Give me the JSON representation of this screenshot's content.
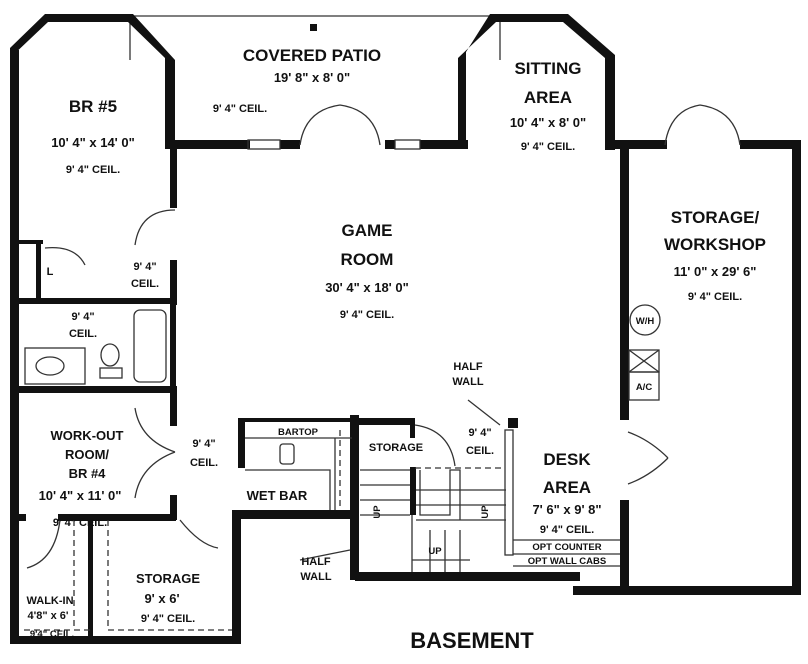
{
  "plan_title": "BASEMENT",
  "rooms": {
    "covered_patio": {
      "name": "COVERED PATIO",
      "size": "19' 8\" x 8' 0\"",
      "ceil": "9' 4\" CEIL."
    },
    "sitting_area": {
      "name1": "SITTING",
      "name2": "AREA",
      "size": "10' 4\" x 8' 0\"",
      "ceil": "9' 4\" CEIL."
    },
    "br5": {
      "name": "BR #5",
      "size": "10' 4\" x 14' 0\"",
      "ceil": "9' 4\" CEIL."
    },
    "game_room": {
      "name1": "GAME",
      "name2": "ROOM",
      "size": "30' 4\" x 18' 0\"",
      "ceil": "9' 4\" CEIL."
    },
    "storage_workshop": {
      "name1": "STORAGE/",
      "name2": "WORKSHOP",
      "size": "11' 0\" x 29' 6\"",
      "ceil": "9' 4\" CEIL."
    },
    "closet": {
      "ceil1": "9' 4\"",
      "ceil2": "CEIL.",
      "label": "L"
    },
    "bath": {
      "ceil1": "9' 4\"",
      "ceil2": "CEIL."
    },
    "workout": {
      "name1": "WORK-OUT",
      "name2": "ROOM/",
      "name3": "BR #4",
      "size": "10' 4\" x 11' 0\"",
      "ceil": "9' 4\" CEIL."
    },
    "hall": {
      "ceil1": "9' 4\"",
      "ceil2": "CEIL."
    },
    "wet_bar": {
      "name": "WET BAR",
      "bartop": "BARTOP"
    },
    "walk_in": {
      "name": "WALK-IN",
      "size": "4'8\" x 6'",
      "ceil": "9'4\" CEIL."
    },
    "storage_small": {
      "name": "STORAGE",
      "size": "9' x 6'",
      "ceil": "9' 4\" CEIL."
    },
    "stair_storage": {
      "name": "STORAGE"
    },
    "stair": {
      "ceil1": "9' 4\"",
      "ceil2": "CEIL.",
      "up": "UP",
      "up_left": "UP",
      "up_right": "UP"
    },
    "desk_area": {
      "name1": "DESK",
      "name2": "AREA",
      "size": "7' 6\" x 9' 8\"",
      "ceil": "9' 4\" CEIL.",
      "counter": "OPT COUNTER",
      "cabs": "OPT WALL CABS"
    }
  },
  "annotations": {
    "half_wall_top": [
      "HALF",
      "WALL"
    ],
    "half_wall_bottom": [
      "HALF",
      "WALL"
    ],
    "water_heater": "W/H",
    "ac": "A/C"
  }
}
